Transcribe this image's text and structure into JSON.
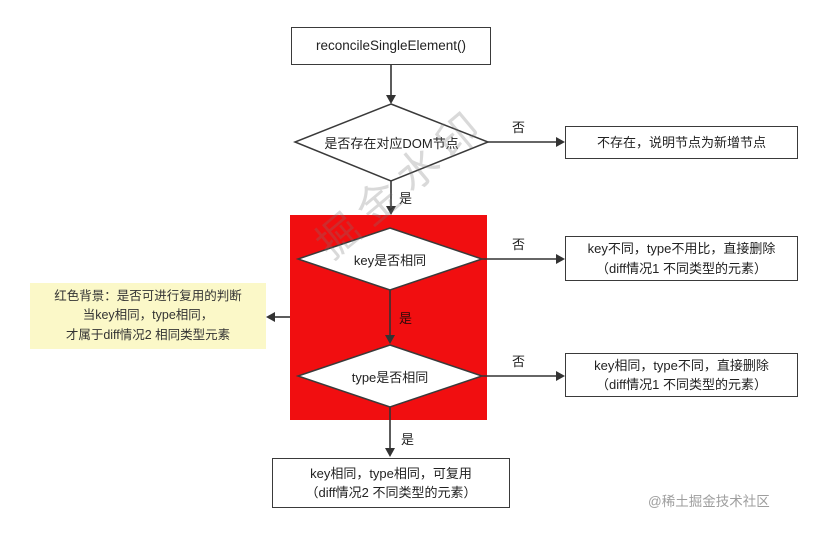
{
  "flow": {
    "start": "reconcileSingleElement()",
    "d1": "是否存在对应DOM节点",
    "r1": "不存在，说明节点为新增节点",
    "d2": "key是否相同",
    "r2a": "key不同，type不用比，直接删除",
    "r2b": "（diff情况1 不同类型的元素）",
    "d3": "type是否相同",
    "r3a": "key相同，type不同，直接删除",
    "r3b": "（diff情况1 不同类型的元素）",
    "r4a": "key相同，type相同，可复用",
    "r4b": "（diff情况2 不同类型的元素）",
    "yes": "是",
    "no": "否"
  },
  "note": {
    "line1": "红色背景：是否可进行复用的判断",
    "line2": "当key相同，type相同，",
    "line3": "才属于diff情况2 相同类型元素"
  },
  "watermarks": {
    "center": "掘金水印",
    "corner": "@稀土掘金技术社区"
  },
  "colors": {
    "highlight_red": "#f10e10",
    "note_yellow": "#fbf8c8",
    "box_border": "#3a3a3a",
    "line": "#333333"
  }
}
